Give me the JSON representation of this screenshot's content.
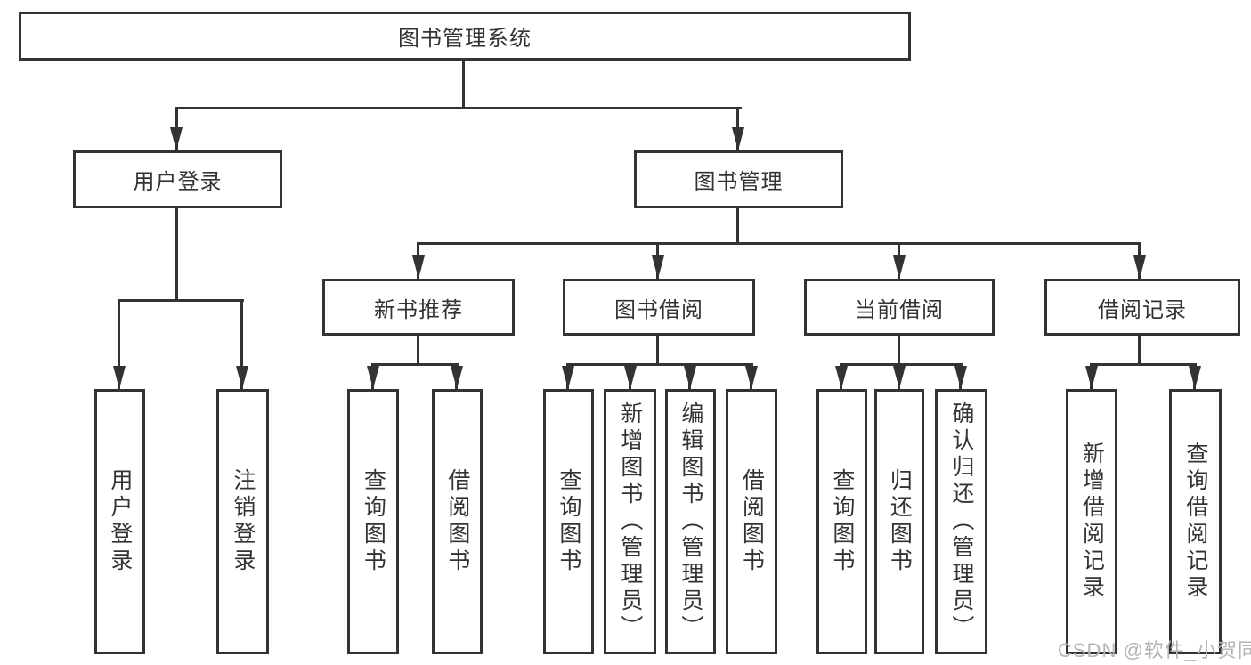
{
  "nodes": {
    "root": {
      "label": "图书管理系统"
    },
    "user_login": {
      "label": "用户登录",
      "children": [
        {
          "label": "用户登录"
        },
        {
          "label": "注销登录"
        }
      ]
    },
    "book_mgmt": {
      "label": "图书管理"
    },
    "new_book": {
      "label": "新书推荐",
      "children": [
        {
          "label": "查询图书"
        },
        {
          "label": "借阅图书"
        }
      ]
    },
    "book_borrow": {
      "label": "图书借阅",
      "children": [
        {
          "label": "查询图书"
        },
        {
          "label": "新增图书（管理员）"
        },
        {
          "label": "编辑图书（管理员）"
        },
        {
          "label": "借阅图书"
        }
      ]
    },
    "current_borrow": {
      "label": "当前借阅",
      "children": [
        {
          "label": "查询图书"
        },
        {
          "label": "归还图书"
        },
        {
          "label": "确认归还（管理员）"
        }
      ]
    },
    "borrow_records": {
      "label": "借阅记录",
      "children": [
        {
          "label": "新增借阅记录"
        },
        {
          "label": "查询借阅记录"
        }
      ]
    }
  },
  "watermark": {
    "text": "CSDN @软件_小贺同学"
  },
  "colors": {
    "line": "#333333",
    "text": "#333333",
    "background": "#ffffff",
    "watermark": "#b5b5b5"
  }
}
